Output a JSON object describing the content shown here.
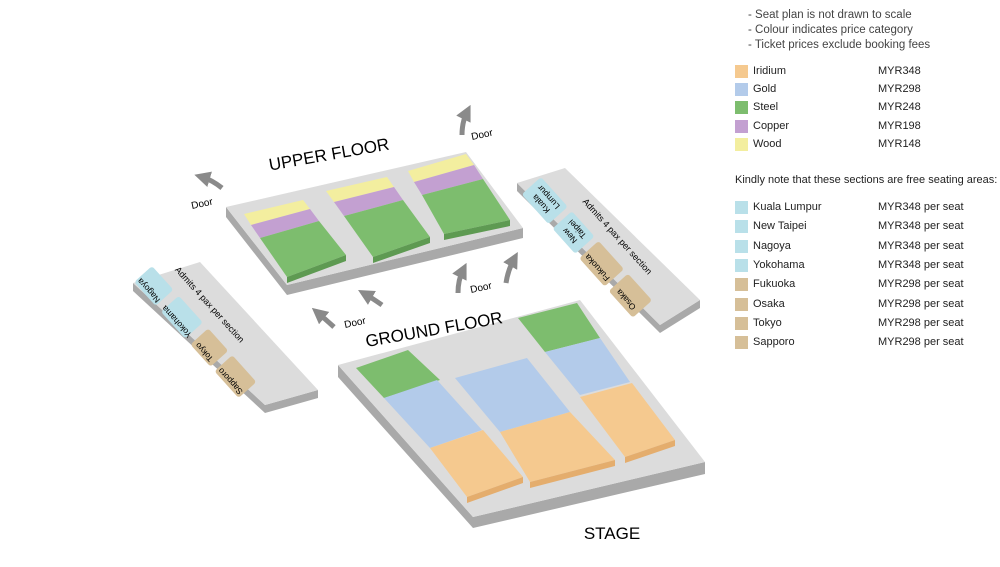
{
  "notes": [
    "- Seat plan is not drawn to scale",
    "- Colour indicates price category",
    "- Ticket prices exclude booking fees"
  ],
  "categories": [
    {
      "name": "Iridium",
      "price": "MYR348",
      "color": "#f5c98f"
    },
    {
      "name": "Gold",
      "price": "MYR298",
      "color": "#b3cbea"
    },
    {
      "name": "Steel",
      "price": "MYR248",
      "color": "#7dbd6e"
    },
    {
      "name": "Copper",
      "price": "MYR198",
      "color": "#c3a0d1"
    },
    {
      "name": "Wood",
      "price": "MYR148",
      "color": "#f3ee9f"
    }
  ],
  "free_note": "Kindly note that these sections are free seating areas:",
  "free_sections": [
    {
      "name": "Kuala Lumpur",
      "price": "MYR348 per seat",
      "color": "#b9e0e9"
    },
    {
      "name": "New Taipei",
      "price": "MYR348 per seat",
      "color": "#b9e0e9"
    },
    {
      "name": "Nagoya",
      "price": "MYR348 per seat",
      "color": "#b9e0e9"
    },
    {
      "name": "Yokohama",
      "price": "MYR348 per seat",
      "color": "#b9e0e9"
    },
    {
      "name": "Fukuoka",
      "price": "MYR298 per seat",
      "color": "#d6bf98"
    },
    {
      "name": "Osaka",
      "price": "MYR298 per seat",
      "color": "#d6bf98"
    },
    {
      "name": "Tokyo",
      "price": "MYR298 per seat",
      "color": "#d6bf98"
    },
    {
      "name": "Sapporo",
      "price": "MYR298 per seat",
      "color": "#d6bf98"
    }
  ],
  "plan": {
    "upper_floor": "UPPER FLOOR",
    "ground_floor": "GROUND FLOOR",
    "stage": "STAGE",
    "door": "Door",
    "admits": "Admits 4 pax per section",
    "kuala": "Kuala",
    "lumpur": "Lumpur",
    "new": "New",
    "taipei": "Taipei"
  }
}
